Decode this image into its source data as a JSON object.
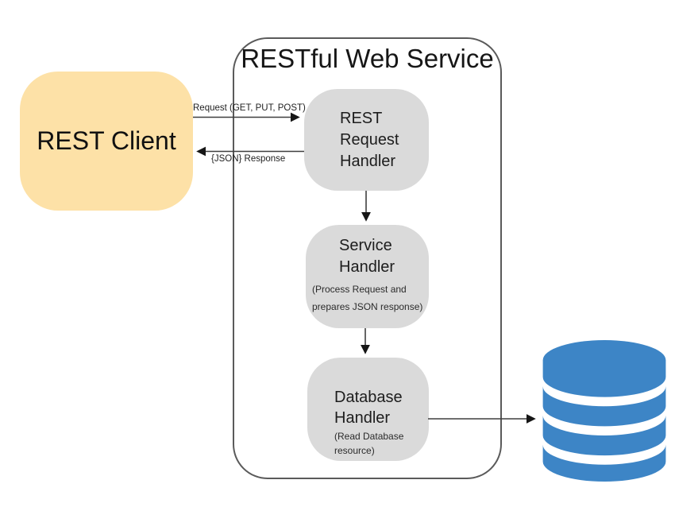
{
  "colors": {
    "client-fill": "#FDE1A7",
    "handler-fill": "#DADADA",
    "database-blue": "#3D85C6",
    "arrow-line": "#3f3f3f",
    "container-border": "#5a5a5a",
    "text": "#111111"
  },
  "diagram": {
    "container_title": "RESTful Web Service",
    "client_label": "REST Client",
    "arrows": {
      "request_label": "Request (GET, PUT, POST)",
      "response_label": "{JSON} Response"
    },
    "rest_request_handler": {
      "line1": "REST",
      "line2": "Request",
      "line3": "Handler"
    },
    "service_handler": {
      "line1": "Service",
      "line2": "Handler",
      "sub_line1": "(Process Request and",
      "sub_line2": "prepares JSON response)"
    },
    "database_handler": {
      "line1": "Database",
      "line2": "Handler",
      "sub_line1": "(Read Database",
      "sub_line2": "resource)"
    },
    "database_icon": "database-cylinder-icon"
  }
}
